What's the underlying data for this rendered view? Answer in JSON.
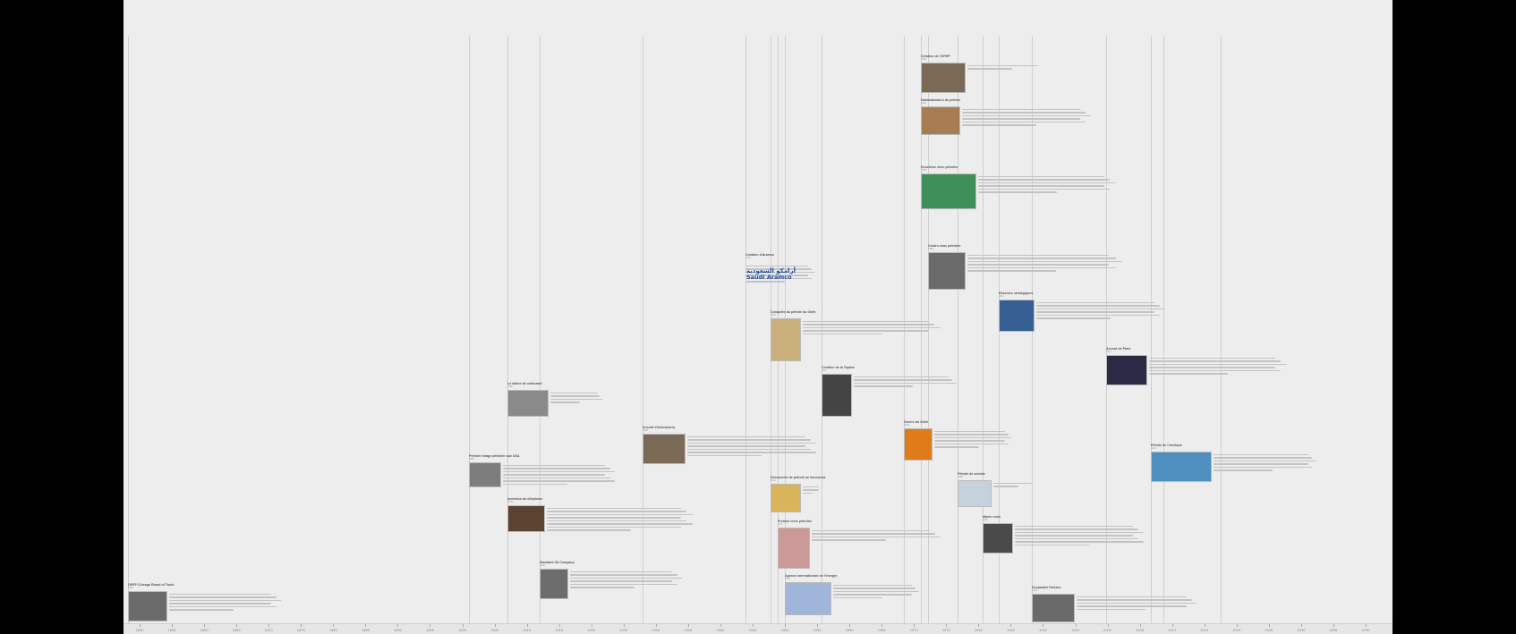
{
  "timeline": {
    "axis_labels": [
      "1850",
      "1855",
      "1860",
      "1865",
      "1870",
      "1875",
      "1880",
      "1885",
      "1890",
      "1895",
      "1900",
      "1905",
      "1910",
      "1915",
      "1920",
      "1925",
      "1930",
      "1935",
      "1940",
      "1945",
      "1950",
      "1955",
      "1960",
      "1965",
      "1970",
      "1975",
      "1980",
      "1985",
      "1990",
      "1995",
      "2000",
      "2005",
      "2010",
      "2015",
      "2020",
      "2025",
      "2030",
      "2035",
      "2040"
    ],
    "events": [
      {
        "id": "e1",
        "title": "OPEP Chicago Board of Trade",
        "date": "1848"
      },
      {
        "id": "e2",
        "title": "Premier forage pétrolier aux USA",
        "date": "1859"
      },
      {
        "id": "e3",
        "title": "Invention du téléphone",
        "date": "1876"
      },
      {
        "id": "e4",
        "title": "Le ballon de carburant",
        "date": "1880"
      },
      {
        "id": "e5",
        "title": "Standard Oil Company",
        "date": "1882"
      },
      {
        "id": "e6",
        "title": "Accord d'Achnacarry",
        "date": "1928"
      },
      {
        "id": "e7",
        "title": "Création d'Aramco",
        "date": "1933"
      },
      {
        "id": "e8",
        "title": "Conquête du pétrole du Golfe",
        "date": "1937"
      },
      {
        "id": "e9",
        "title": "Création de la Tapline",
        "date": "1947"
      },
      {
        "id": "e10",
        "title": "Découverte de pétrole au Venezuela",
        "date": "1914"
      },
      {
        "id": "e11",
        "title": "Premier choc pétrolier",
        "date": "1973"
      },
      {
        "id": "e12",
        "title": "Agence internationale de l'énergie",
        "date": "1974"
      },
      {
        "id": "e13",
        "title": "Création de l'OPEP",
        "date": "1960"
      },
      {
        "id": "e14",
        "title": "Nationalisation du pétrole",
        "date": "1951"
      },
      {
        "id": "e15",
        "title": "Deuxième choc pétrolier",
        "date": "1979"
      },
      {
        "id": "e16",
        "title": "Contre-choc pétrolier",
        "date": "1986"
      },
      {
        "id": "e17",
        "title": "Guerre du Golfe",
        "date": "1990"
      },
      {
        "id": "e18",
        "title": "Pétrole de schiste",
        "date": "2008"
      },
      {
        "id": "e19",
        "title": "Marée noire",
        "date": "2010"
      },
      {
        "id": "e20",
        "title": "Réserves stratégiques",
        "date": "2012"
      },
      {
        "id": "e21",
        "title": "Accord de Paris",
        "date": "2015"
      },
      {
        "id": "e22",
        "title": "Deepwater Horizon",
        "date": "1989"
      },
      {
        "id": "e23",
        "title": "Pétrole de l'Arctique",
        "date": "2021"
      }
    ],
    "aramco_logo": {
      "arabic": "أرامكو السعودية",
      "latin": "Saudi Aramco"
    }
  },
  "colors": {
    "background": "#ededed",
    "frame": "#000000",
    "accent": "#1f4f9c",
    "orange": "#e07b1a"
  }
}
